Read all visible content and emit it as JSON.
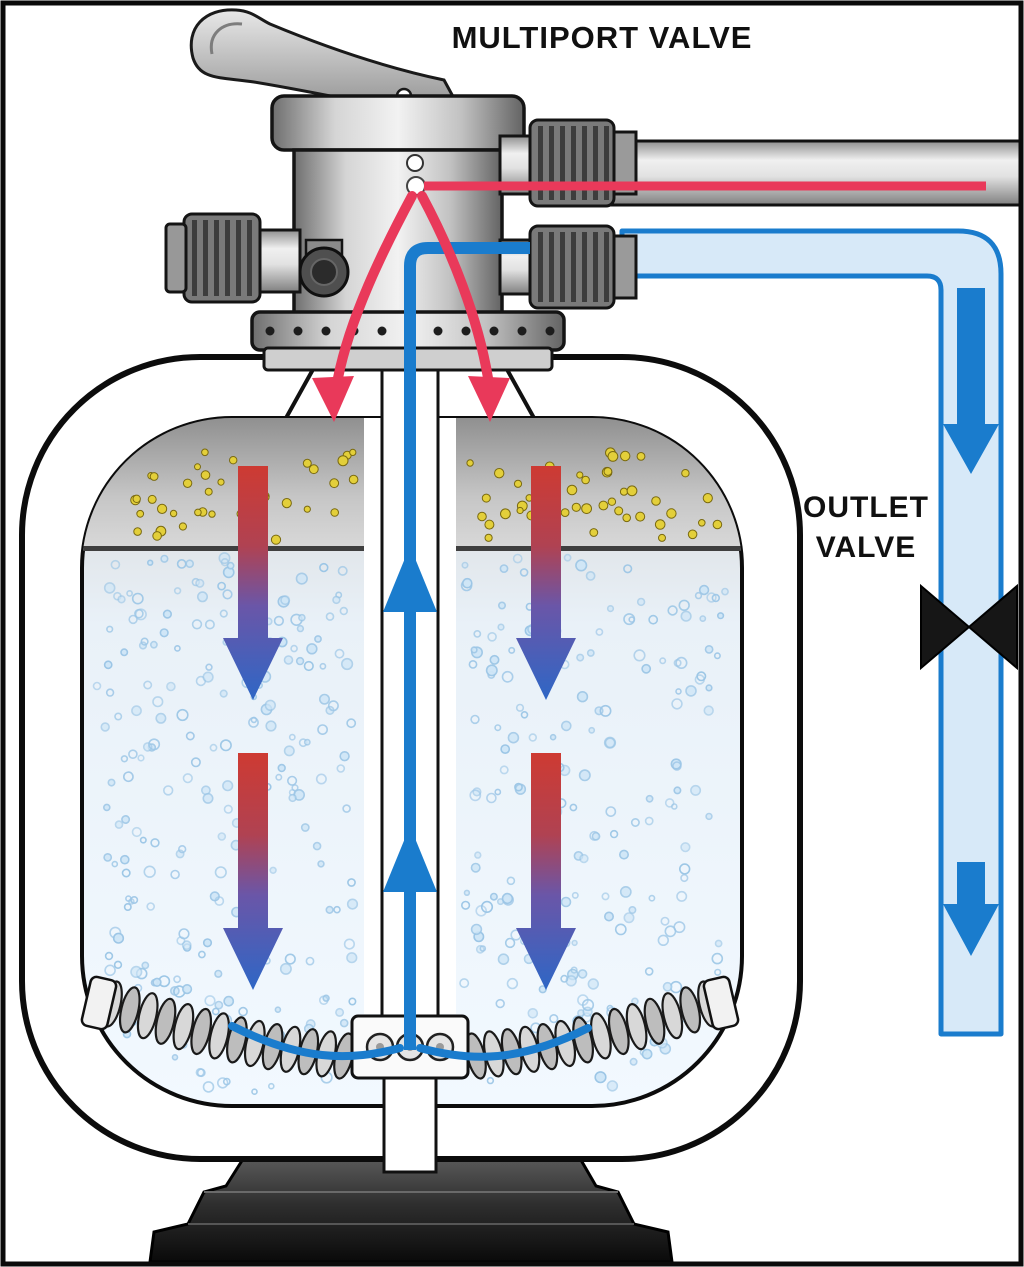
{
  "labels": {
    "multiport_valve": "MULTIPORT VALVE",
    "outlet_valve_line1": "OUTLET",
    "outlet_valve_line2": "VALVE"
  },
  "colors": {
    "inlet_red": "#e9395a",
    "flow_blue": "#1a7ccd",
    "pipe_fill": "#d7e9f8",
    "gravel_dot": "#e3cf3a",
    "sand_dot": "#cfe6f7",
    "valve_dark": "#161616"
  }
}
